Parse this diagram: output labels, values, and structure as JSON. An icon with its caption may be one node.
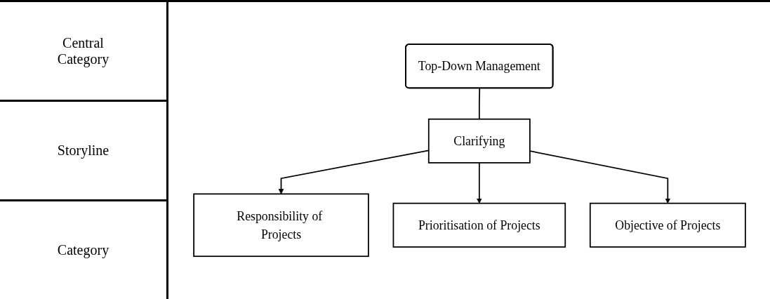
{
  "diagram": {
    "nodes": [
      {
        "text": [
          "Top-Down Management"
        ]
      },
      {
        "text": [
          "Clarifying"
        ]
      },
      {
        "text": [
          "Responsibility of Projects"
        ]
      },
      {
        "text": [
          "Prioritisation of Projects"
        ]
      },
      {
        "text": [
          "Objective of Projects"
        ]
      }
    ],
    "edges": [
      {
        "from": 0,
        "to": 1,
        "arrow": "none"
      },
      {
        "from": 1,
        "to": 2,
        "arrow": "to"
      },
      {
        "from": 1,
        "to": 3,
        "arrow": "to"
      },
      {
        "from": 1,
        "to": 4,
        "arrow": "to"
      }
    ],
    "labels": [
      "Central Category",
      "Storyline",
      "Category"
    ]
  }
}
